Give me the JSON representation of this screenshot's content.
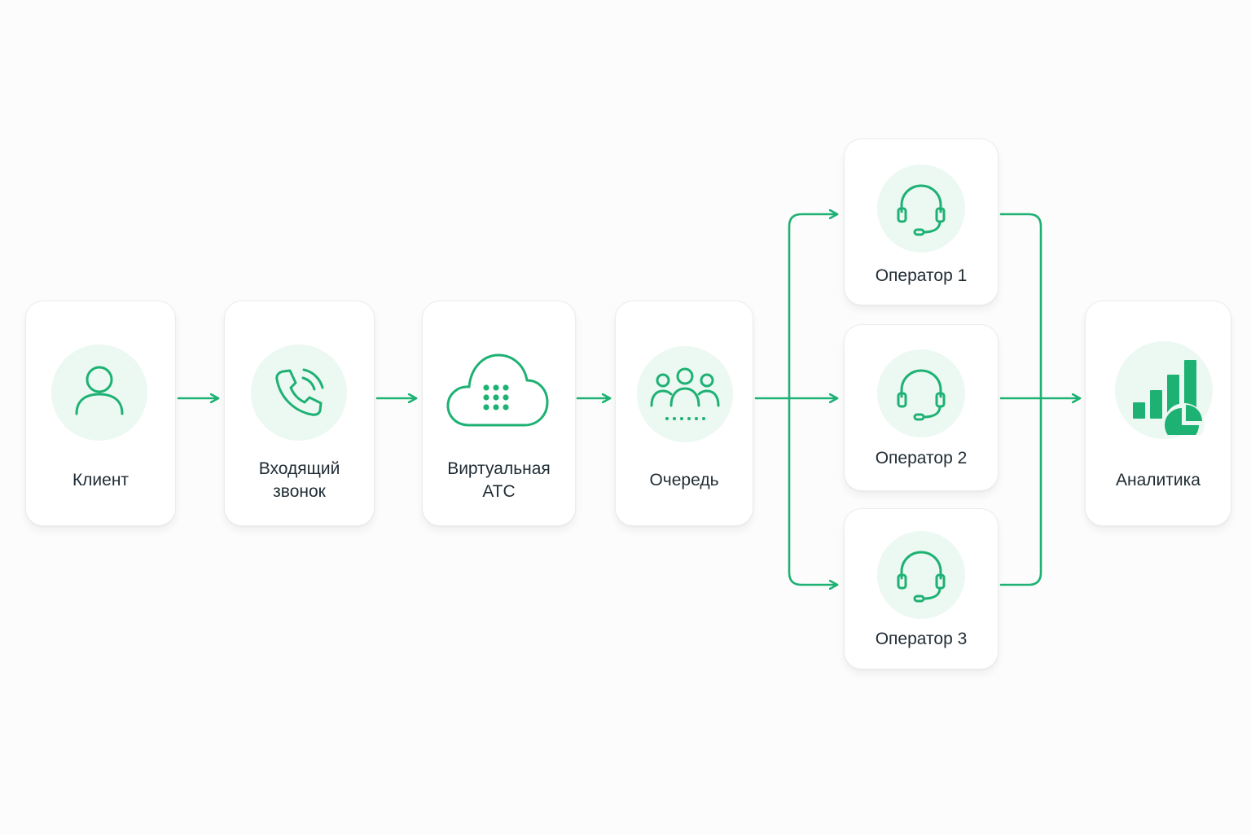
{
  "accent_color": "#1db173",
  "nodes": {
    "client": {
      "label": "Клиент",
      "icon": "person-icon"
    },
    "call": {
      "label": "Входящий\nзвонок",
      "icon": "phone-icon"
    },
    "pbx": {
      "label": "Виртуальная\nАТС",
      "icon": "cloud-icon"
    },
    "queue": {
      "label": "Очередь",
      "icon": "group-icon"
    },
    "operator1": {
      "label": "Оператор 1",
      "icon": "headset-icon"
    },
    "operator2": {
      "label": "Оператор 2",
      "icon": "headset-icon"
    },
    "operator3": {
      "label": "Оператор 3",
      "icon": "headset-icon"
    },
    "analytics": {
      "label": "Аналитика",
      "icon": "analytics-chart-icon"
    }
  },
  "edges": [
    {
      "from": "client",
      "to": "call"
    },
    {
      "from": "call",
      "to": "pbx"
    },
    {
      "from": "pbx",
      "to": "queue"
    },
    {
      "from": "queue",
      "to": "operator1"
    },
    {
      "from": "queue",
      "to": "operator2"
    },
    {
      "from": "queue",
      "to": "operator3"
    },
    {
      "from": "operator1",
      "to": "analytics"
    },
    {
      "from": "operator2",
      "to": "analytics"
    },
    {
      "from": "operator3",
      "to": "analytics"
    }
  ]
}
